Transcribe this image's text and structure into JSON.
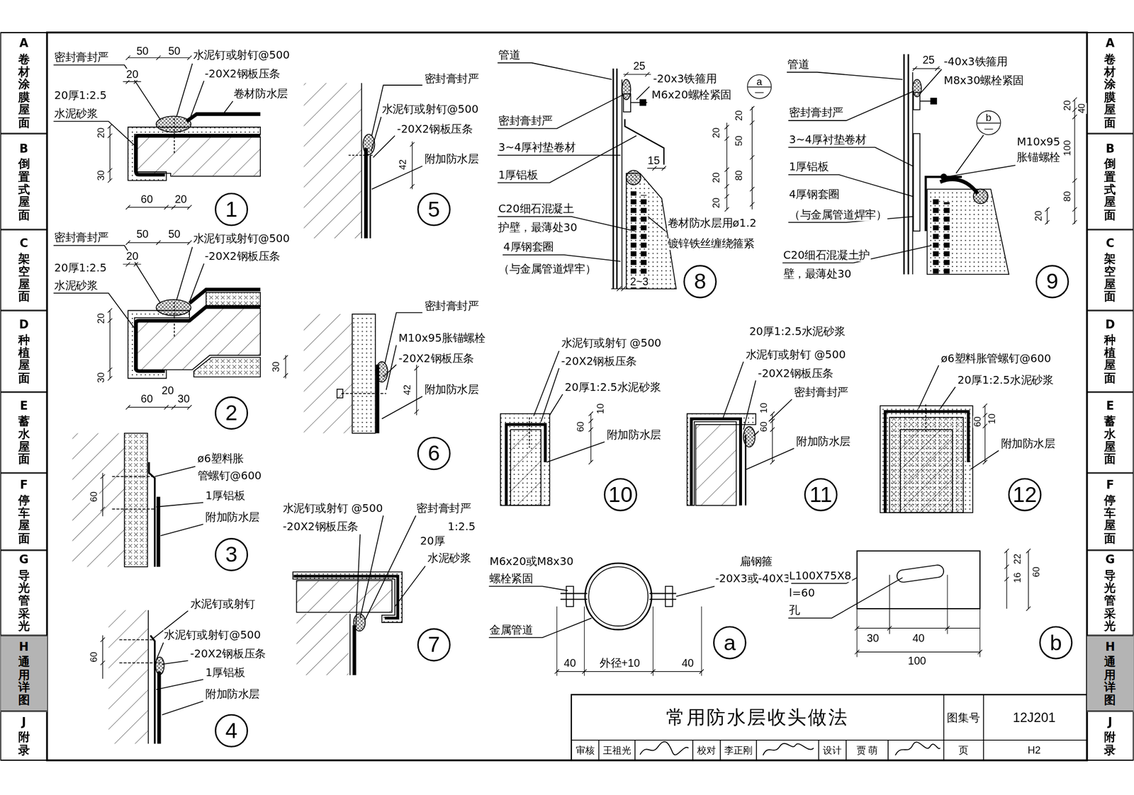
{
  "diagram": {
    "title": "常用防水层收头做法",
    "nodes": [
      {
        "text": [
          "A",
          "卷材涂膜屋面"
        ]
      },
      {
        "text": [
          "B",
          "倒置式屋面"
        ]
      },
      {
        "text": [
          "C",
          "架空屋面"
        ]
      },
      {
        "text": [
          "D",
          "种植屋面"
        ]
      },
      {
        "text": [
          "E",
          "蓄水屋面"
        ]
      },
      {
        "text": [
          "F",
          "停车屋面"
        ]
      },
      {
        "text": [
          "G",
          "导光管采光"
        ]
      },
      {
        "text": [
          "H",
          "通用详图"
        ]
      },
      {
        "text": [
          "J",
          "附录"
        ]
      },
      {
        "text": [
          "1"
        ]
      },
      {
        "text": [
          "2"
        ]
      },
      {
        "text": [
          "3"
        ]
      },
      {
        "text": [
          "4"
        ]
      },
      {
        "text": [
          "5"
        ]
      },
      {
        "text": [
          "6"
        ]
      },
      {
        "text": [
          "7"
        ]
      },
      {
        "text": [
          "8"
        ]
      },
      {
        "text": [
          "9"
        ]
      },
      {
        "text": [
          "10"
        ]
      },
      {
        "text": [
          "11"
        ]
      },
      {
        "text": [
          "12"
        ]
      },
      {
        "text": [
          "a"
        ]
      },
      {
        "text": [
          "b"
        ]
      },
      {
        "text": [
          "a",
          "—"
        ]
      },
      {
        "text": [
          "b",
          "—"
        ]
      },
      {
        "text": [
          "A",
          "卷材涂膜屋面"
        ]
      },
      {
        "text": [
          "B",
          "倒置式屋面"
        ]
      },
      {
        "text": [
          "C",
          "架空屋面"
        ]
      },
      {
        "text": [
          "D",
          "种植屋面"
        ]
      },
      {
        "text": [
          "E",
          "蓄水屋面"
        ]
      },
      {
        "text": [
          "F",
          "停车屋面"
        ]
      },
      {
        "text": [
          "G",
          "导光管采光"
        ]
      },
      {
        "text": [
          "H",
          "通用详图"
        ]
      },
      {
        "text": [
          "J",
          "附录"
        ]
      }
    ],
    "labels": [
      "密封膏封严",
      "50",
      "50",
      "水泥钉或射钉@500",
      "20",
      "-20X2钢板压条",
      "20厚1:2.5",
      "卷材防水层",
      "水泥砂浆",
      "20",
      "30",
      "60",
      "20",
      "密封膏封严",
      "50",
      "50",
      "水泥钉或射钉@500",
      "20",
      "-20X2钢板压条",
      "20厚1:2.5",
      "水泥砂浆",
      "20",
      "30",
      "60",
      "20",
      "30",
      "60",
      "ø6塑料胀",
      "管螺钉@600",
      "1厚铝板",
      "附加防水层",
      "水泥钉或射钉",
      "60",
      "水泥钉或射钉@500",
      "-20X2钢板压条",
      "1厚铝板",
      "附加防水层",
      "密封膏封严",
      "水泥钉或射钉@500",
      "-20X2钢板压条",
      "42",
      "附加防水层",
      "密封膏封严",
      "M10x95胀锚螺栓",
      "-20X2钢板压条",
      "30",
      "42",
      "附加防水层",
      "水泥钉或射钉 @500",
      "-20X2钢板压条",
      "密封膏封严",
      "1:2.5",
      "20厚",
      "水泥砂浆",
      "管道",
      "25",
      "-20x3铁箍用",
      "M6x20螺栓紧固",
      "20",
      "20",
      "50",
      "密封膏封严",
      "3~4厚衬垫卷材",
      "15",
      "80",
      "20",
      "1厚铝板",
      "20",
      "C20细石混凝土",
      "卷材防水层用ø1.2",
      "护壁，最薄处30",
      "镀锌铁丝缠绕箍紧",
      "4厚钢套圈",
      "（与金属管道焊牢）",
      "2~3",
      "管道",
      "25",
      "-40x3铁箍用",
      "M8x30螺栓紧固",
      "20",
      "40",
      "密封膏封严",
      "3~4厚衬垫卷材",
      "M10x95",
      "100",
      "胀锚螺栓",
      "1厚铝板",
      "4厚钢套圈",
      "80",
      "（与金属管道焊牢）",
      "20",
      "C20细石混凝土护",
      "壁，最薄处30",
      "水泥钉或射钉 @500",
      "-20X2钢板压条",
      "20厚1:2.5水泥砂浆",
      "10",
      "60",
      "附加防水层",
      "20厚1:2.5水泥砂浆",
      "水泥钉或射钉 @500",
      "-20X2钢板压条",
      "密封膏封严",
      "10",
      "60",
      "附加防水层",
      "ø6塑料胀管螺钉@600",
      "20厚1:2.5水泥砂浆",
      "60",
      "10",
      "附加防水层",
      "M6x20或M8x30",
      "扁钢箍",
      "螺栓紧固",
      "-20X3或-40X3",
      "金属管道",
      "40",
      "外径+10",
      "40",
      "22",
      "L100X75X8",
      "16",
      "60",
      "l=60",
      "孔",
      "30",
      "40",
      "100",
      "图集号",
      "12J201",
      "审核",
      "王祖光",
      "校对",
      "李正刚",
      "设计",
      "贾 萌",
      "页",
      "H2"
    ]
  }
}
